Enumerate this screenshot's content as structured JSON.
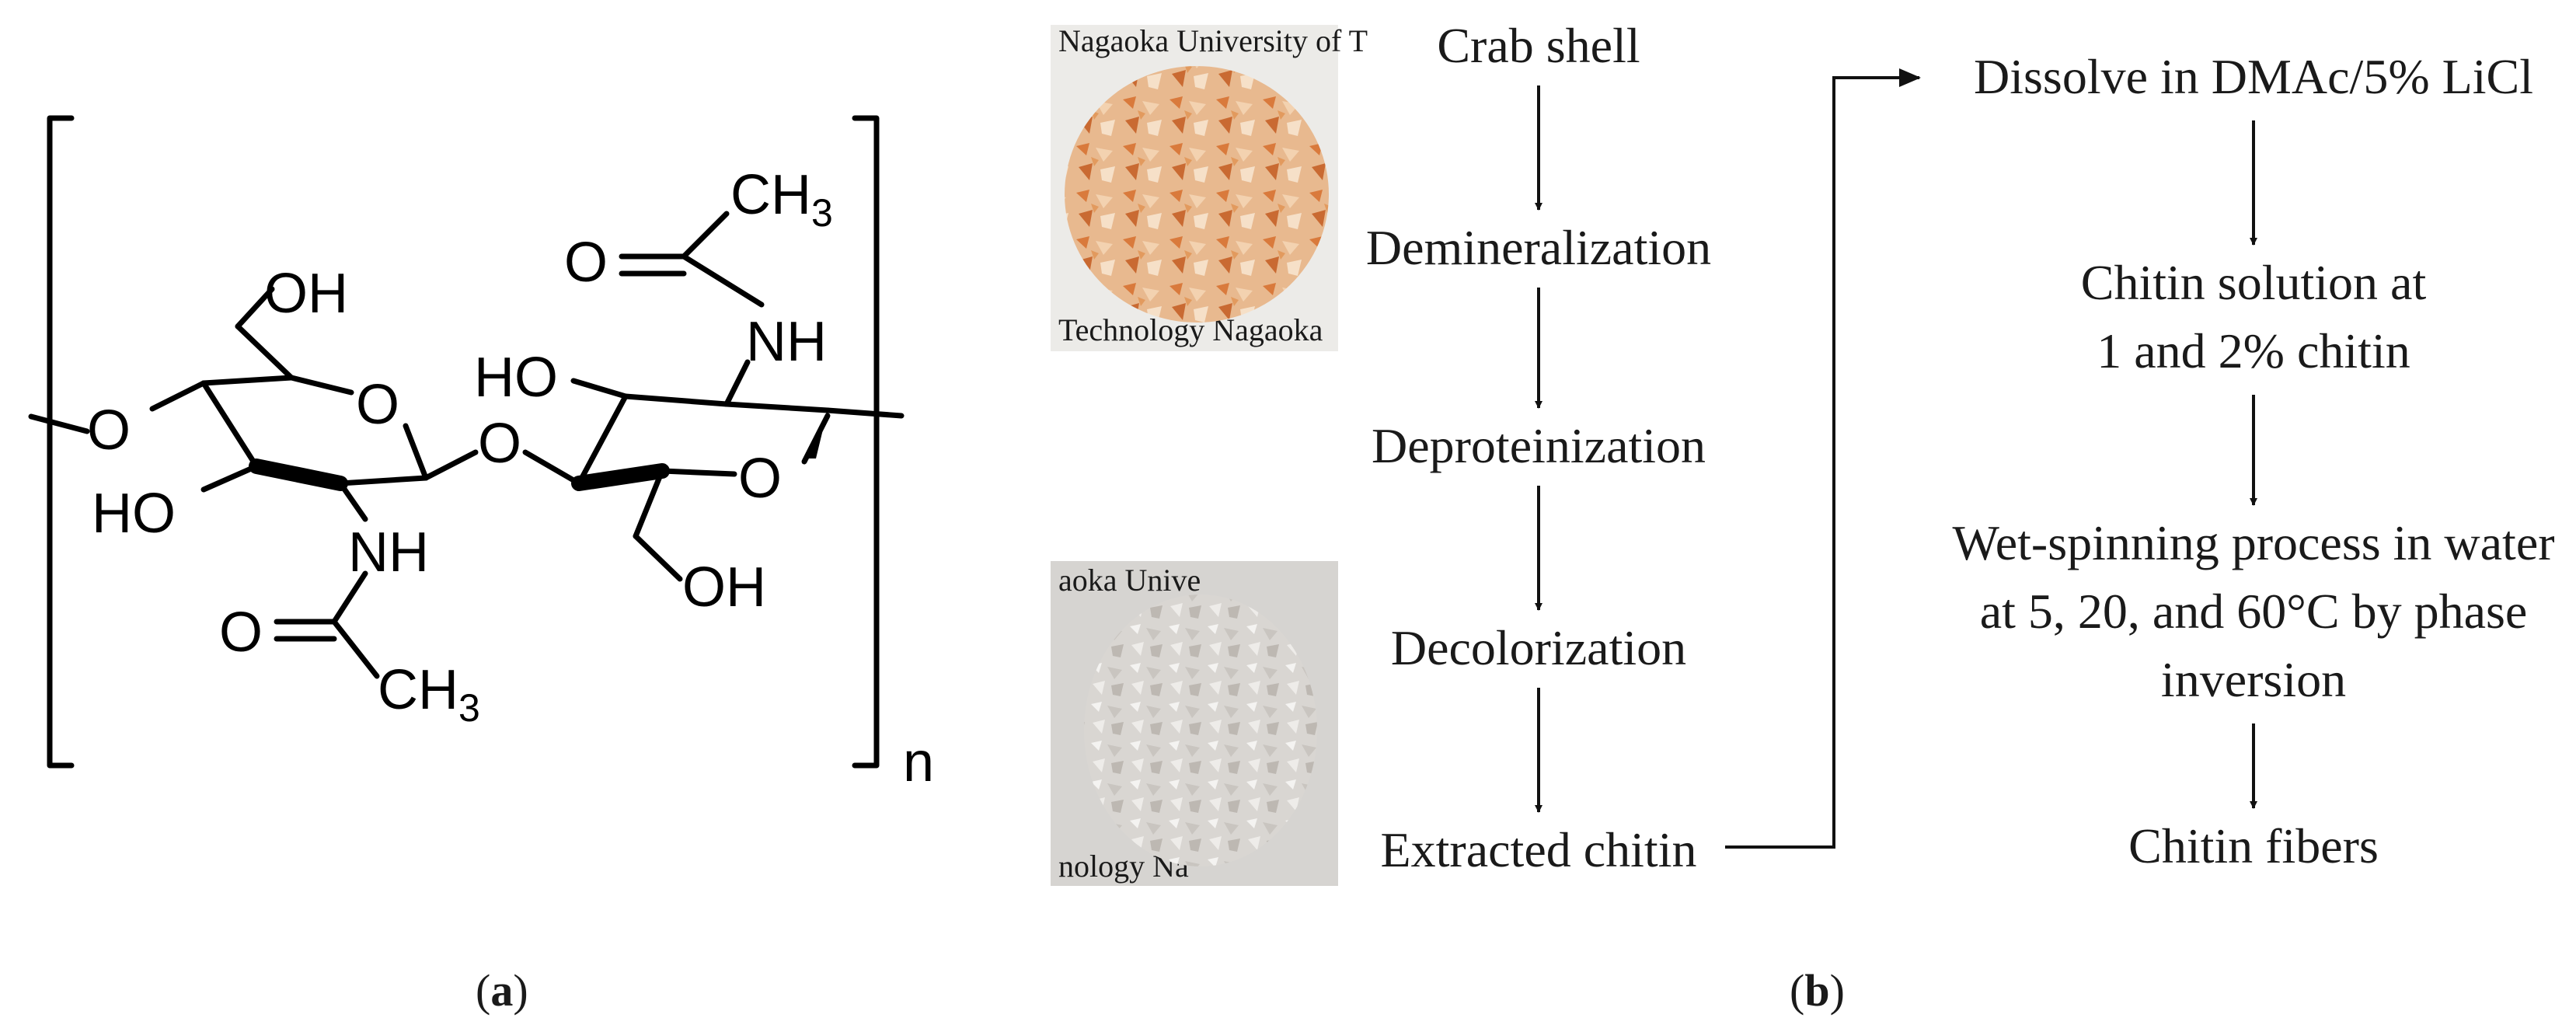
{
  "panel_a": {
    "caption": "(a)",
    "caption_letter": "a",
    "atoms": {
      "ch3_top": "CH",
      "ch3_top_sub": "3",
      "o_top": "O",
      "nh_right": "NH",
      "oh_top_left": "OH",
      "o_ring_left": "O",
      "ho_right": "HO",
      "o_left_link": "O",
      "o_glycosidic": "O",
      "ho_left": "HO",
      "o_ring_right": "O",
      "nh_left": "NH",
      "oh_bottom_right": "OH",
      "o_bottom": "O",
      "ch3_bottom": "CH",
      "ch3_bottom_sub": "3"
    },
    "repeat_label": "n"
  },
  "panel_b": {
    "caption": "(b)",
    "caption_letter": "b",
    "photos": [
      {
        "name": "crab-shell-photo",
        "watermark": [
          "Nagaoka University of Technology"
        ],
        "palette": "orange"
      },
      {
        "name": "extracted-chitin-photo",
        "watermark": [
          "Nagaoka University of Technology"
        ],
        "palette": "white"
      }
    ],
    "left_steps": [
      "Crab shell",
      "Demineralization",
      "Deproteinization",
      "Decolorization",
      "Extracted chitin"
    ],
    "right_steps": [
      {
        "lines": [
          "Dissolve in DMAc/5% LiCl"
        ]
      },
      {
        "lines": [
          "Chitin solution at",
          "1 and 2% chitin"
        ]
      },
      {
        "lines": [
          "Wet-spinning process in water",
          "at 5, 20, and 60°C by phase",
          "inversion"
        ]
      },
      {
        "lines": [
          "Chitin fibers"
        ]
      }
    ]
  }
}
